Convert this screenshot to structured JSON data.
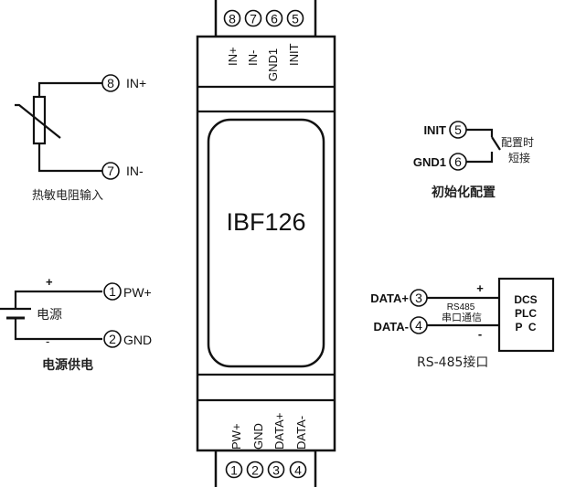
{
  "module": {
    "model": "IBF126",
    "top_terminals": [
      {
        "number": "⑧",
        "label": "IN+"
      },
      {
        "number": "⑦",
        "label": "IN-"
      },
      {
        "number": "⑥",
        "label": "GND1"
      },
      {
        "number": "⑤",
        "label": "INIT"
      }
    ],
    "bottom_terminals": [
      {
        "number": "①",
        "label": "PW+"
      },
      {
        "number": "②",
        "label": "GND"
      },
      {
        "number": "③",
        "label": "DATA+"
      },
      {
        "number": "④",
        "label": "DATA-"
      }
    ]
  },
  "thermistor_input": {
    "pins": [
      {
        "number": "8",
        "label": "IN+"
      },
      {
        "number": "7",
        "label": "IN-"
      }
    ],
    "caption": "热敏电阻输入"
  },
  "power_supply": {
    "plus_sign": "+",
    "minus_sign": "-",
    "source_label": "电源",
    "pins": [
      {
        "number": "1",
        "label": "PW+"
      },
      {
        "number": "2",
        "label": "GND"
      }
    ],
    "caption": "电源供电"
  },
  "init_config": {
    "pins": [
      {
        "number": "5",
        "label": "INIT"
      },
      {
        "number": "6",
        "label": "GND1"
      }
    ],
    "switch_note_line1": "配置时",
    "switch_note_line2": "短接",
    "caption": "初始化配置"
  },
  "rs485": {
    "pins": [
      {
        "number": "3",
        "label": "DATA+"
      },
      {
        "number": "4",
        "label": "DATA-"
      }
    ],
    "plus_sign": "+",
    "minus_sign": "-",
    "bus_label_line1": "RS485",
    "bus_label_line2": "串口通信",
    "host_lines": [
      "DCS",
      "PLC",
      "P  C"
    ],
    "caption": "RS-485接口"
  }
}
